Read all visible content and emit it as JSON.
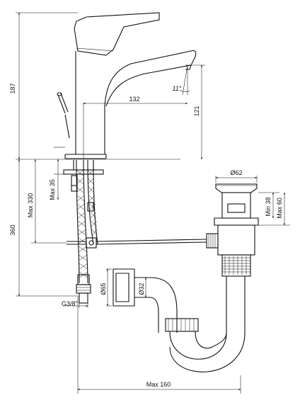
{
  "drawing": {
    "dimensions": {
      "faucet_height": "187",
      "spout_reach": "132",
      "spout_height": "121",
      "spout_angle": "11°",
      "max_deck_thickness": "Max 35",
      "max_pipe_length": "Max 330",
      "total_height": "360",
      "connection_thread": "G3/8\"",
      "pop_up_diameter": "Ø62",
      "min_drain_length": "Min 38",
      "max_drain_length": "Max 60",
      "trap_outlet_diameter": "Ø65",
      "trap_pipe_diameter": "Ø32",
      "max_trap_reach": "Max 160"
    }
  }
}
